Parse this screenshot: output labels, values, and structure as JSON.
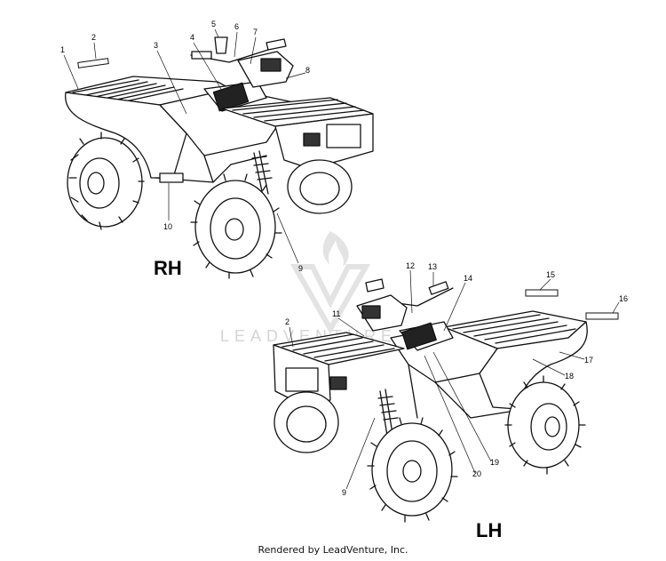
{
  "watermark": {
    "text": "LEADVENTURE"
  },
  "views": {
    "rh": {
      "label": "RH"
    },
    "lh": {
      "label": "LH"
    }
  },
  "callouts": {
    "rh": [
      "1",
      "2",
      "3",
      "4",
      "5",
      "6",
      "7",
      "8",
      "9",
      "10"
    ],
    "lh": [
      "2",
      "9",
      "11",
      "12",
      "13",
      "14",
      "15",
      "16",
      "17",
      "18",
      "19",
      "20"
    ]
  },
  "footer": {
    "text": "Rendered by LeadVenture, Inc."
  }
}
